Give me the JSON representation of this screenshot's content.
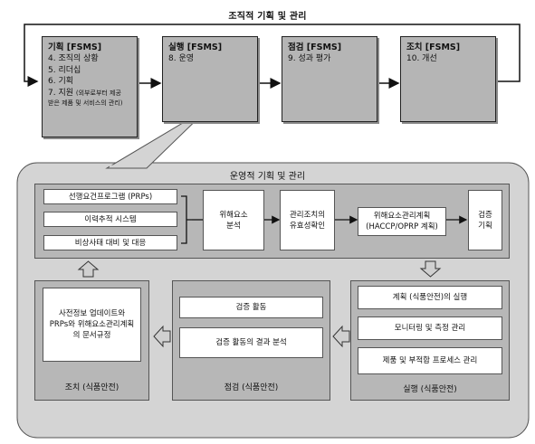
{
  "top_title": "조직적 기획 및 관리",
  "top_boxes": [
    {
      "title": "기획 [FSMS]",
      "items": [
        "4. 조직의 상황",
        "5. 리더십",
        "6. 기획"
      ],
      "item7_main": "7. 지원",
      "item7_small_a": "(외부로부터 제공",
      "item7_small_b": "받은 제품 및 서비스의 관리)"
    },
    {
      "title": "실행 [FSMS]",
      "items": [
        "8. 운영"
      ]
    },
    {
      "title": "점검 [FSMS]",
      "items": [
        "9. 성과 평가"
      ]
    },
    {
      "title": "조치 [FSMS]",
      "items": [
        "10. 개선"
      ]
    }
  ],
  "ops_title": "운영적 기획 및 관리",
  "prp_items": [
    "선행요건프로그램 (PRPs)",
    "이력추적 시스템",
    "비상사태 대비 및 대응"
  ],
  "flow_boxes": [
    "위해요소\n분석",
    "관리조치의\n유효성확인",
    "위해요소관리계획\n(HACCP/OPRP 계획)",
    "검증\n기획"
  ],
  "act": {
    "text": "사전정보 업데이트와\nPRPs와 위해요소관리계획\n의 문서규정",
    "label": "조치 (식품안전)"
  },
  "check": {
    "items": [
      "검증 활동",
      "검증 활동의 결과 분석"
    ],
    "label": "점검 (식품안전)"
  },
  "do": {
    "items": [
      "계획 (식품안전)의 실행",
      "모니터링 및 측정 관리",
      "제품 및 부적합 프로세스 관리"
    ],
    "label": "실행 (식품안전)"
  }
}
